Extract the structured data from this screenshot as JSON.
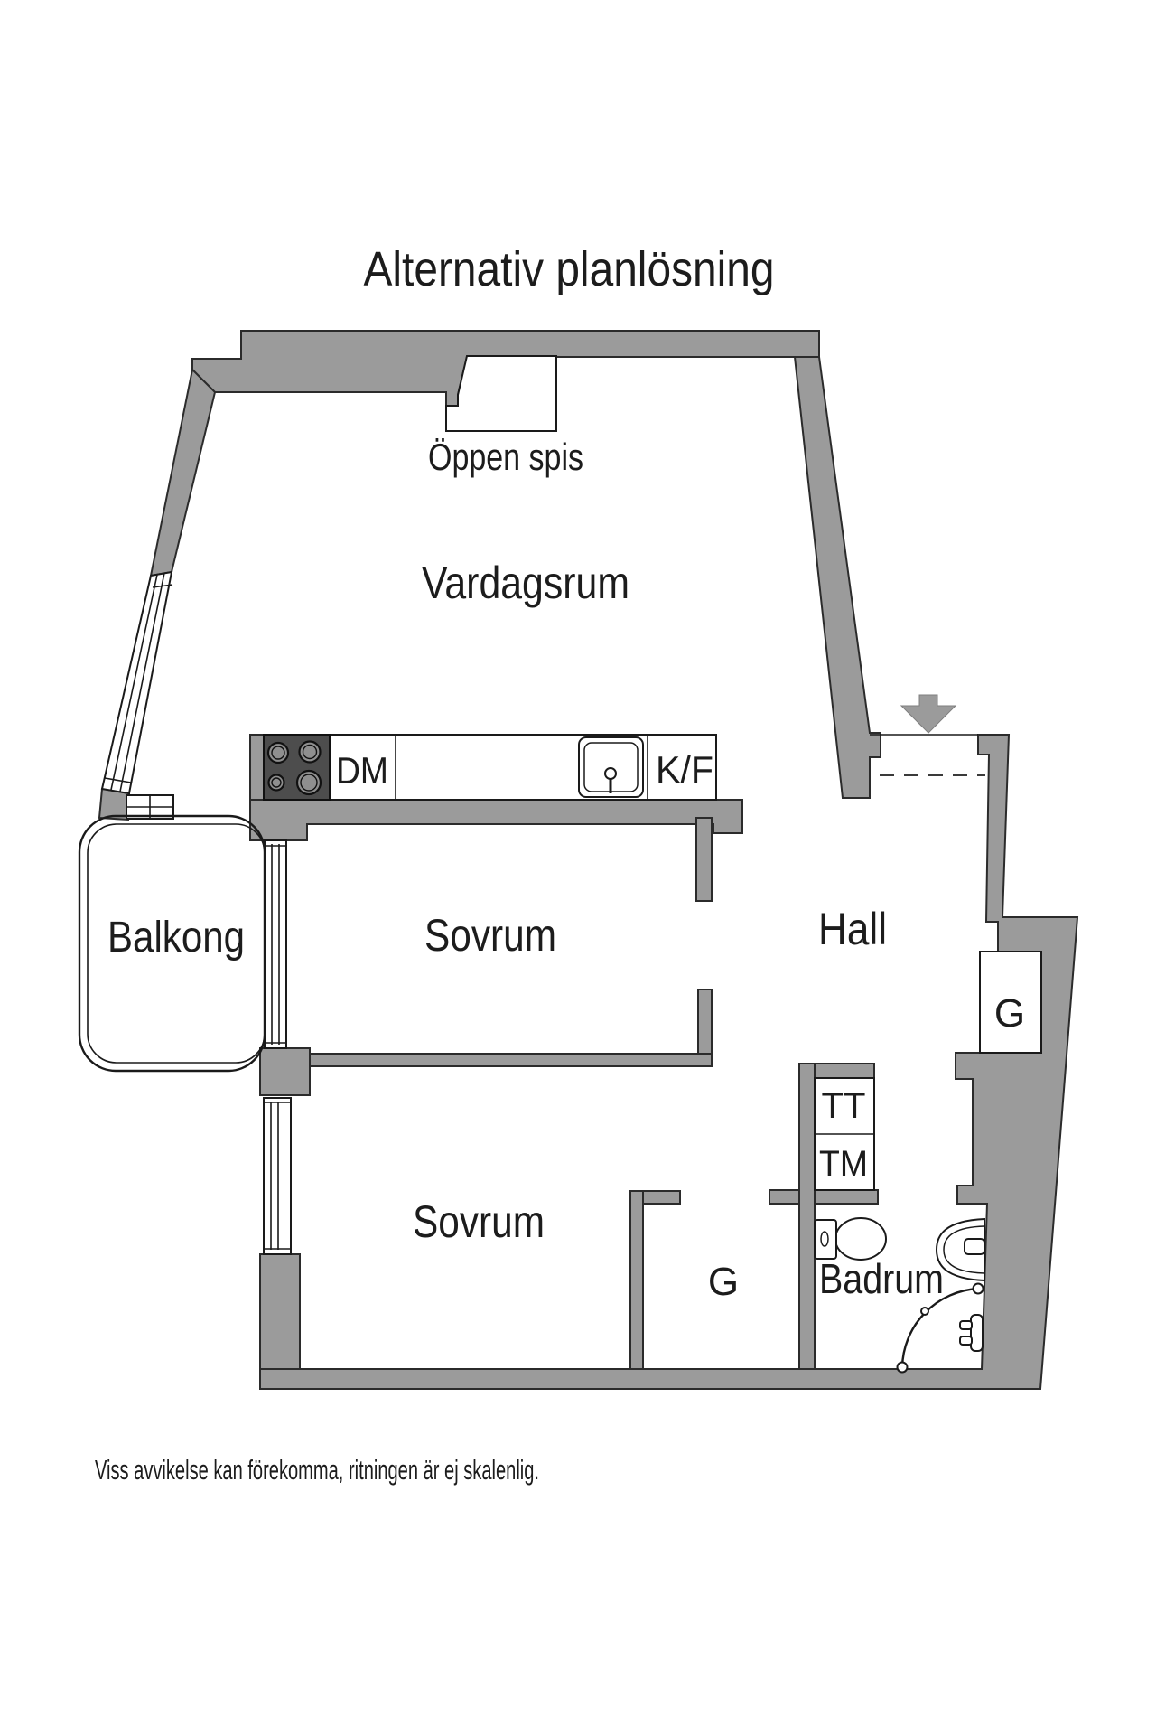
{
  "title": "Alternativ planlösning",
  "footer_note": "Viss avvikelse kan förekomma, ritningen är ej skalenlig.",
  "rooms": {
    "living_room": "Vardagsrum",
    "open_fireplace": "Öppen spis",
    "balcony": "Balkong",
    "bedroom_1": "Sovrum",
    "bedroom_2": "Sovrum",
    "hall": "Hall",
    "bathroom": "Badrum"
  },
  "appliances": {
    "dishwasher": "DM",
    "fridge_freezer": "K/F",
    "dryer": "TT",
    "washing_machine": "TM",
    "wardrobe_hall": "G",
    "wardrobe_bedroom": "G"
  },
  "icons": {
    "entrance-arrow-icon": "solid gray down-arrow marking entrance",
    "stove-icon": "dark square with 4 burner circles",
    "sink-icon": "rounded square basin with faucet dot",
    "toilet-icon": "tank + oval bowl",
    "washbasin-icon": "half-oval basin on wall",
    "shower-icon": "quarter-circle shower door arc",
    "window-icon": "double-line window symbol",
    "entrance-door-icon": "dashed opening line"
  },
  "colors": {
    "background": "#ffffff",
    "wall": "#9b9b9b",
    "stove": "#4d4d4d",
    "outline": "#1a1a1a"
  }
}
